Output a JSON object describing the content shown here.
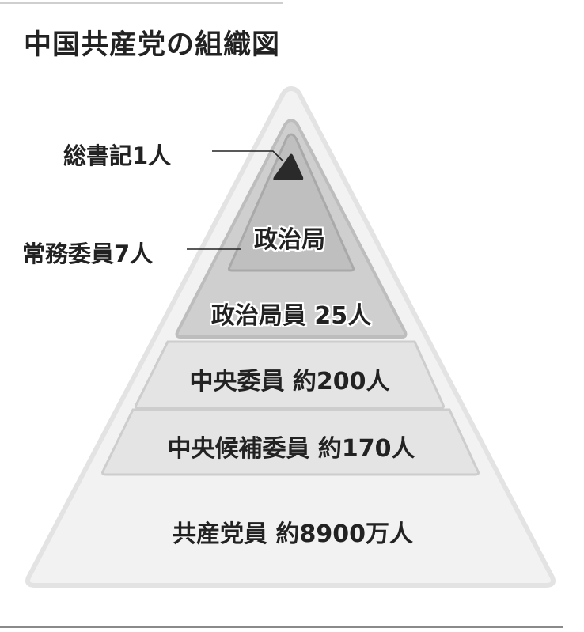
{
  "title": "中国共産党の組織図",
  "callouts": {
    "general_secretary": "総書記1人",
    "standing_committee": "常務委員7人"
  },
  "tiers": [
    {
      "id": "politburo",
      "label": "政治局"
    },
    {
      "id": "politburo_members",
      "label": "政治局員 25人"
    },
    {
      "id": "central_committee",
      "label": "中央委員 約200人"
    },
    {
      "id": "alternate_members",
      "label": "中央候補委員 約170人"
    },
    {
      "id": "party_members",
      "label": "共産党員 約8900万人"
    }
  ],
  "colors": {
    "outer": "#f2f2f2",
    "outer_stroke": "#e3e3e3",
    "mid": "#d9d9d9",
    "mid_stroke": "#c4c4c4",
    "inner": "#bdbdbd",
    "inner_stroke": "#a8a8a8",
    "apex": "#2a2a2a"
  }
}
